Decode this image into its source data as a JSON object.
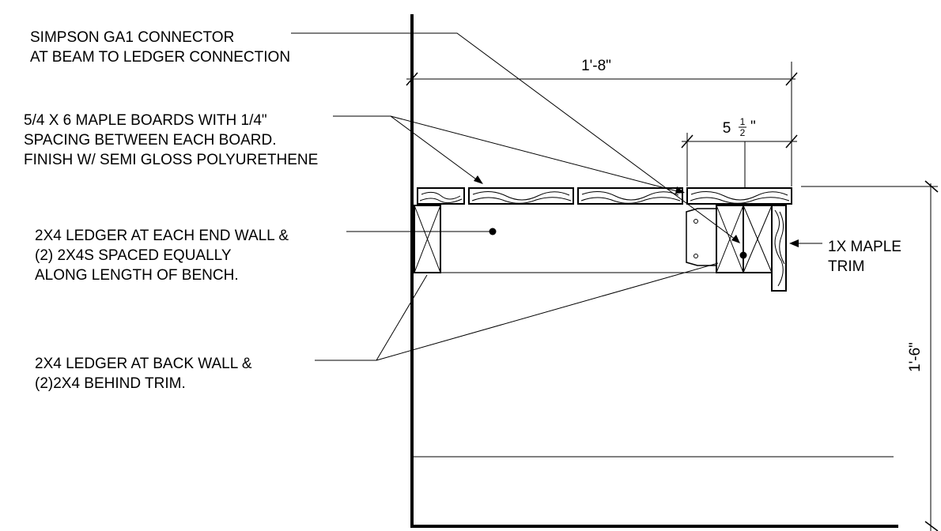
{
  "notes": {
    "connector": [
      "SIMPSON GA1 CONNECTOR",
      "AT BEAM TO LEDGER CONNECTION"
    ],
    "boards": [
      "5/4 X 6 MAPLE BOARDS WITH 1/4\"",
      "SPACING BETWEEN EACH BOARD.",
      "FINISH W/ SEMI GLOSS POLYURETHENE"
    ],
    "end_ledger": [
      "2X4 LEDGER AT EACH END WALL &",
      "(2) 2X4S SPACED EQUALLY",
      "ALONG LENGTH OF BENCH."
    ],
    "back_ledger": [
      "2X4 LEDGER AT BACK WALL &",
      "(2)2X4 BEHIND TRIM."
    ],
    "trim": [
      "1X MAPLE",
      "TRIM"
    ]
  },
  "dimensions": {
    "overall_width": "1'-8\"",
    "board_width_whole": "5",
    "board_width_num": "1",
    "board_width_den": "2",
    "board_width_inch": "\"",
    "height": "1'-6\""
  }
}
